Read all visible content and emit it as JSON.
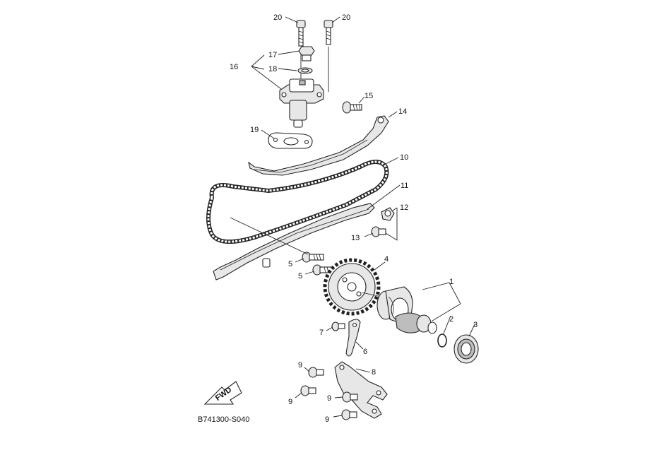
{
  "diagram": {
    "code": "B741300-S040",
    "fwd_label": "FWD",
    "callouts": {
      "c1": "1",
      "c2": "2",
      "c3": "3",
      "c4": "4",
      "c5a": "5",
      "c5b": "5",
      "c6": "6",
      "c7": "7",
      "c8": "8",
      "c9a": "9",
      "c9b": "9",
      "c9c": "9",
      "c9d": "9",
      "c10": "10",
      "c11": "11",
      "c12": "12",
      "c13": "13",
      "c14": "14",
      "c15": "15",
      "c16": "16",
      "c17": "17",
      "c18": "18",
      "c19": "19",
      "c20a": "20",
      "c20b": "20"
    }
  }
}
